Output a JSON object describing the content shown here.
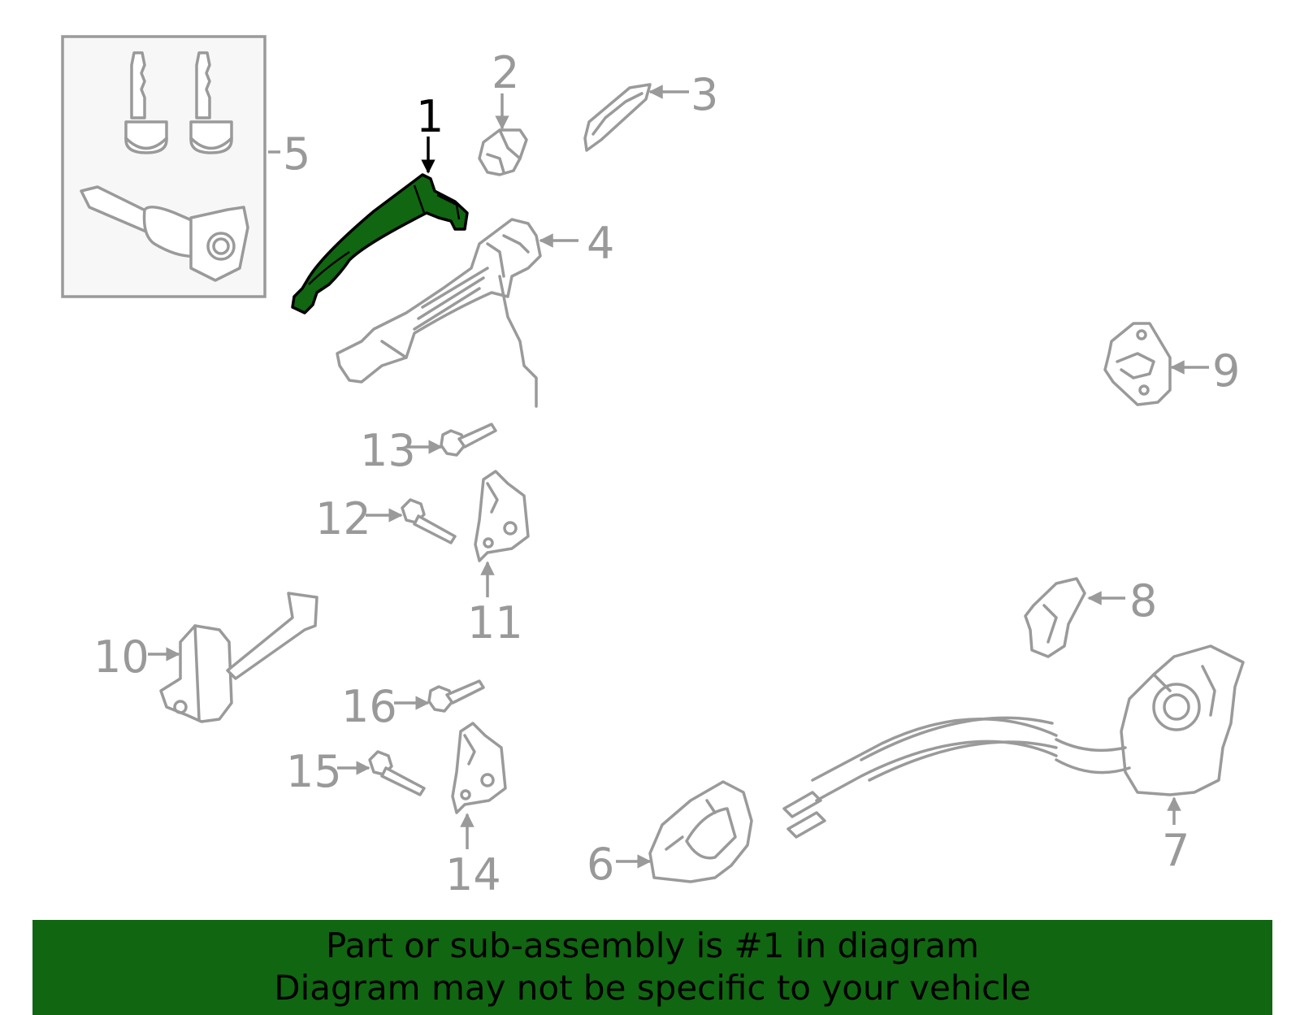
{
  "diagram": {
    "highlight_color": "#116611",
    "highlighted_part": "1",
    "callouts": [
      "1",
      "2",
      "3",
      "4",
      "5",
      "6",
      "7",
      "8",
      "9",
      "10",
      "11",
      "12",
      "13",
      "14",
      "15",
      "16"
    ]
  },
  "banner": {
    "line1": "Part or sub-assembly is #1 in diagram",
    "line2": "Diagram may not be specific to your vehicle",
    "background": "#116611"
  }
}
